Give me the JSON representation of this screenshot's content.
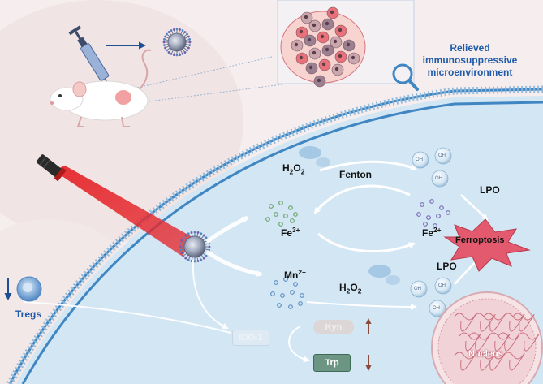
{
  "labels": {
    "relieved_line1": "Relieved",
    "relieved_line2": "immunosuppressive",
    "relieved_line3": "microenvironment",
    "h2o2_top_base": "H",
    "h2o2_top_sub1": "2",
    "h2o2_top_mid": "O",
    "h2o2_top_sub2": "2",
    "fenton": "Fenton",
    "lpo_top": "LPO",
    "fe3_base": "Fe",
    "fe3_sup": "3+",
    "fe2_base": "Fe",
    "fe2_sup": "2+",
    "ferroptosis": "Ferroptosis",
    "mn2_base": "Mn",
    "mn2_sup": "2+",
    "lpo_mid": "LPO",
    "h2o2_mid_base": "H",
    "h2o2_mid_sub1": "2",
    "h2o2_mid_mid": "O",
    "h2o2_mid_sub2": "2",
    "tregs": "Tregs",
    "ido1": "IDO-1",
    "kyn": "Kyn",
    "trp": "Trp",
    "nucleus": "Nucleus",
    "oh": "OH"
  },
  "colors": {
    "cell_fill": "#d3e6f4",
    "membrane": "#3f86c2",
    "background": "#f6eeee",
    "laser": "#e5272c",
    "ferroptosis_star": "#e35a6f",
    "nanoparticle": "#8a93a8",
    "title_blue": "#1e5aa8",
    "trp_box": "#6c9584",
    "arrow_up_down": "#8a4a3c"
  },
  "icons": [
    "syringe-icon",
    "mouse-icon",
    "nanoparticle-icon",
    "tumor-icon",
    "magnifier-icon",
    "laser-icon",
    "t-cell-icon",
    "nucleus-icon",
    "hydroxyl-radical-icon",
    "ferroptosis-star-icon"
  ]
}
